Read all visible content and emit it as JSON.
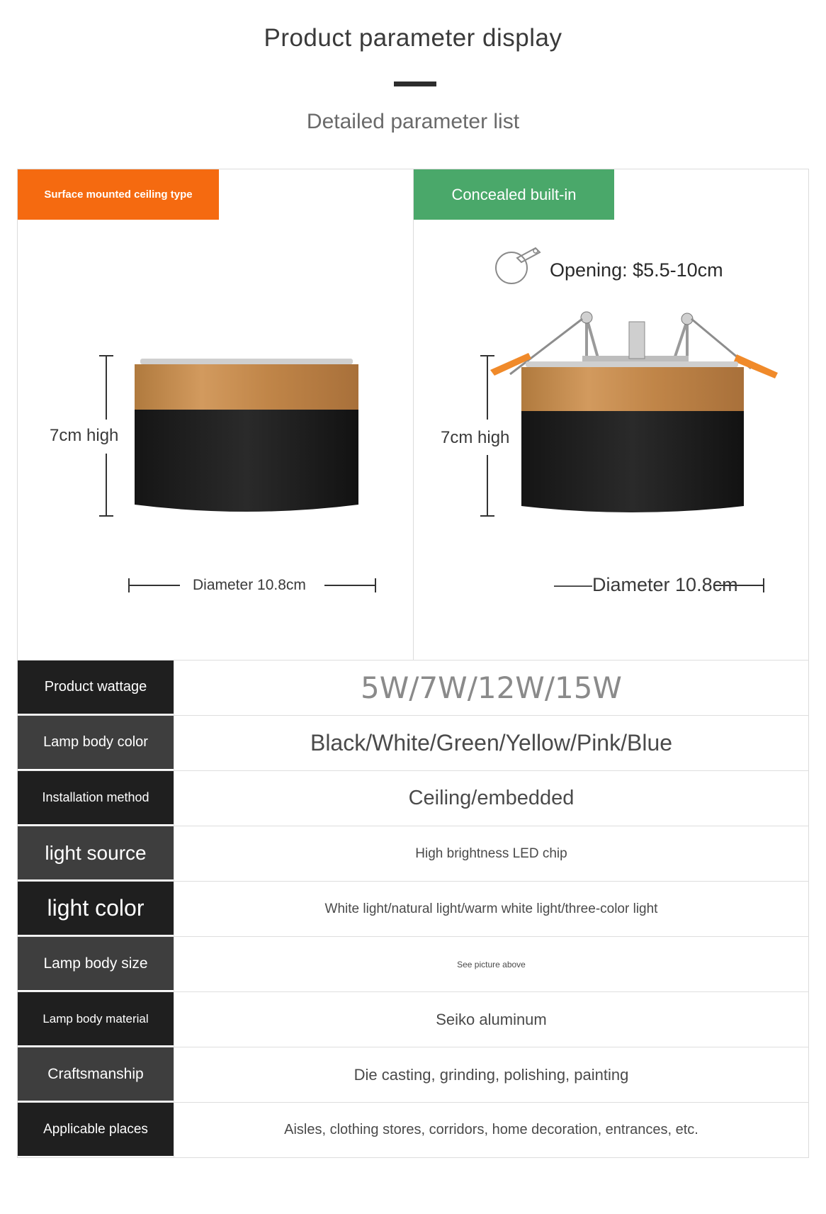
{
  "header": {
    "title": "Product parameter display",
    "subtitle": "Detailed parameter list"
  },
  "panels": {
    "left": {
      "tag": "Surface mounted ceiling type",
      "height_label": "7cm high",
      "diameter_label": "Diameter 10.8cm"
    },
    "right": {
      "tag": "Concealed built-in",
      "opening_label": "Opening: $5.5-10cm",
      "height_label": "7cm high",
      "diameter_label": "——Diameter 10.8cm"
    }
  },
  "colors": {
    "orange_tag": "#f56a10",
    "green_tag": "#4aa86a",
    "label_dark": "#1f1f1f",
    "label_grey": "#3e3e3e"
  },
  "specs": [
    {
      "label": "Product wattage",
      "value": "5W/7W/12W/15W"
    },
    {
      "label": "Lamp body color",
      "value": "Black/White/Green/Yellow/Pink/Blue"
    },
    {
      "label": "Installation method",
      "value": "Ceiling/embedded"
    },
    {
      "label": "light source",
      "value": "High brightness LED chip"
    },
    {
      "label": "light color",
      "value": "White light/natural light/warm white light/three-color light"
    },
    {
      "label": "Lamp body size",
      "value": "See picture above"
    },
    {
      "label": "Lamp body material",
      "value": "Seiko aluminum"
    },
    {
      "label": "Craftsmanship",
      "value": "Die casting, grinding, polishing, painting"
    },
    {
      "label": "Applicable places",
      "value": "Aisles, clothing stores, corridors, home decoration, entrances, etc."
    }
  ]
}
